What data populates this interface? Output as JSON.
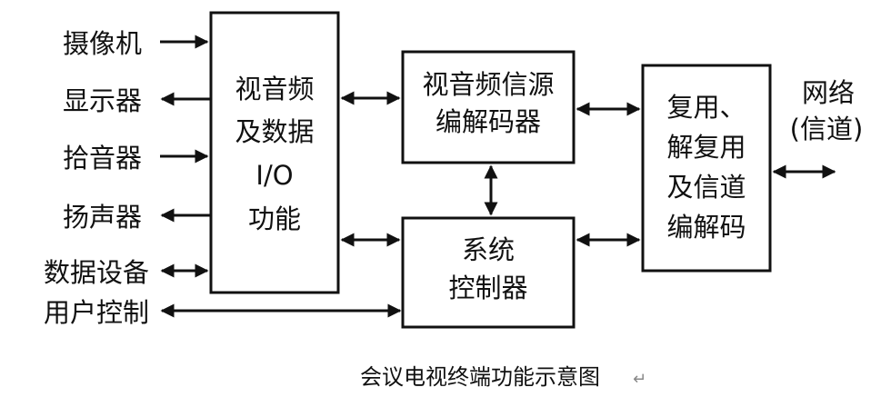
{
  "caption": "会议电视终端功能示意图",
  "caption_mark": "↵",
  "colors": {
    "stroke": "#111111",
    "background": "#ffffff"
  },
  "io_labels": [
    "摄像机",
    "显示器",
    "拾音器",
    "扬声器",
    "数据设备",
    "用户控制"
  ],
  "blocks": {
    "io": [
      "视音频",
      "及数据",
      "I/O",
      "功能"
    ],
    "codec": [
      "视音频信源",
      "编解码器"
    ],
    "controller": [
      "系统",
      "控制器"
    ],
    "mux": [
      "复用、",
      "解复用",
      "及信道",
      "编解码"
    ]
  },
  "network": [
    "网络",
    "(信道)"
  ]
}
